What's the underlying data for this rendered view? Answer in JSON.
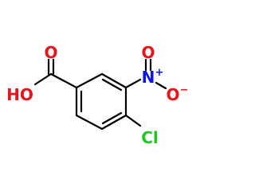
{
  "molecule": {
    "labels": {
      "carboxyl_oxygen": "O",
      "hydroxyl": "HO",
      "nitro_oxygen_top": "O",
      "nitro_nitrogen": "N",
      "nitro_nitrogen_charge": "+",
      "nitro_oxygen_right": "O",
      "nitro_oxygen_charge": "−",
      "chlorine": "Cl"
    },
    "colors": {
      "bond": "#000000",
      "oxygen": "#e8131b",
      "nitrogen": "#0a14ec",
      "chlorine": "#1ec81e"
    }
  }
}
